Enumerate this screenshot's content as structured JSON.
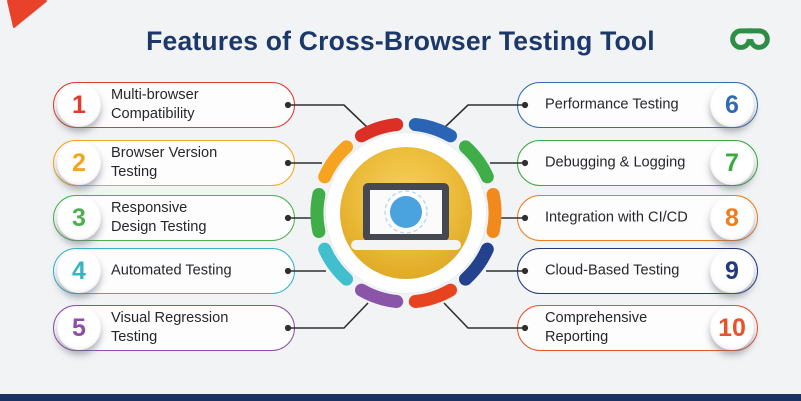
{
  "page": {
    "background_color": "#f1f3f5",
    "bottom_bar_color": "#1a3263",
    "corner_ribbon_color": "#e8432a"
  },
  "header": {
    "title": "Features of Cross-Browser Testing Tool",
    "title_color": "#1c3869",
    "logo_name": "geeksforgeeks-logo",
    "logo_color": "#2f8d46"
  },
  "features_left": [
    {
      "num": "1",
      "label": "Multi-browser\nCompatibility",
      "color": "#e23b2e"
    },
    {
      "num": "2",
      "label": "Browser Version\nTesting",
      "color": "#f2a71b"
    },
    {
      "num": "3",
      "label": "Responsive\nDesign Testing",
      "color": "#4caf50"
    },
    {
      "num": "4",
      "label": "Automated Testing",
      "color": "#35b4c6"
    },
    {
      "num": "5",
      "label": "Visual Regression\nTesting",
      "color": "#8e4fa8"
    }
  ],
  "features_right": [
    {
      "num": "6",
      "label": "Performance Testing",
      "color": "#2f6cb5"
    },
    {
      "num": "7",
      "label": "Debugging & Logging",
      "color": "#3aa93f"
    },
    {
      "num": "8",
      "label": "Integration with CI/CD",
      "color": "#ef7c1d"
    },
    {
      "num": "9",
      "label": "Cloud-Based Testing",
      "color": "#23387e"
    },
    {
      "num": "10",
      "label": "Comprehensive\nReporting",
      "color": "#e8542a"
    }
  ],
  "center": {
    "icon": "laptop-globe-icon",
    "disc_inner_color": "#f7d05e",
    "disc_outer_color": "#dba31c",
    "screen_dot_color": "#4aa3de",
    "connector_color": "#2f2f2f",
    "ring_colors": [
      "#f2891d",
      "#24418e",
      "#e84320",
      "#8a55a8",
      "#41bfce",
      "#3fae49",
      "#f6a41f",
      "#dc2f26",
      "#2a64b5",
      "#3fae49"
    ]
  }
}
